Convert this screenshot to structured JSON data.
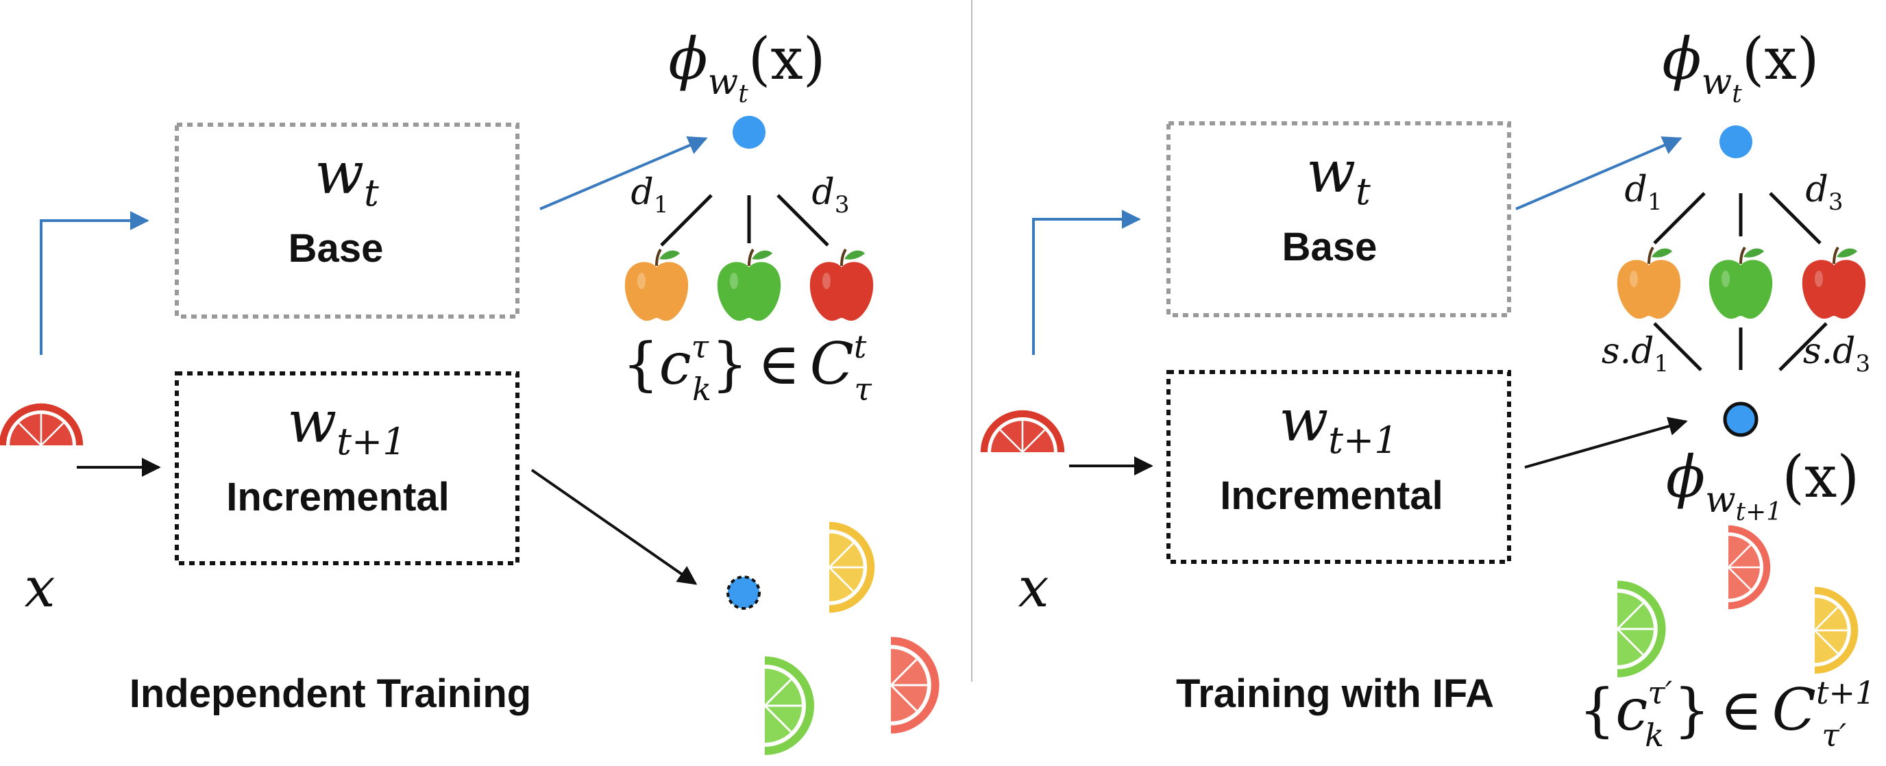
{
  "panels": [
    {
      "title": "Independent Training",
      "base_label": "Base",
      "base_var": "w",
      "base_var_sub": "t",
      "inc_label": "Incremental",
      "inc_var": "w",
      "inc_var_sub": "t+1",
      "input_var": "x",
      "phi_top": {
        "phi": "ϕ",
        "sub_w": "w",
        "sub_t": "t",
        "arg": "(x)"
      },
      "d_left": {
        "d": "d",
        "i": "1"
      },
      "d_right": {
        "d": "d",
        "i": "3"
      },
      "set_label": {
        "open": "{",
        "c": "c",
        "sup": "τ",
        "sub": "k",
        "close": "}",
        "in": "∈",
        "C": "C",
        "C_sup": "t",
        "C_sub": "τ"
      }
    },
    {
      "title": "Training with IFA",
      "base_label": "Base",
      "base_var": "w",
      "base_var_sub": "t",
      "inc_label": "Incremental",
      "inc_var": "w",
      "inc_var_sub": "t+1",
      "input_var": "x",
      "phi_top": {
        "phi": "ϕ",
        "sub_w": "w",
        "sub_t": "t",
        "arg": "(x)"
      },
      "phi_bottom": {
        "phi": "ϕ",
        "sub_w": "w",
        "sub_t": "t+1",
        "arg": "(x)"
      },
      "d_left": {
        "d": "d",
        "i": "1"
      },
      "d_right": {
        "d": "d",
        "i": "3"
      },
      "sd_left": {
        "s": "s.",
        "d": "d",
        "i": "1"
      },
      "sd_right": {
        "s": "s.",
        "d": "d",
        "i": "3"
      },
      "set_label": {
        "open": "{",
        "c": "c",
        "sup": "τ′",
        "sub": "k",
        "close": "}",
        "in": "∈",
        "C": "C",
        "C_sup": "t+1",
        "C_sub": "τ′"
      }
    }
  ],
  "colors": {
    "arrow_blue": "#3a7bbf",
    "point_blue": "#3b9bf0",
    "apple_orange": "#f0a040",
    "apple_green": "#55b83a",
    "apple_red": "#d93a2b",
    "citrus_red": "#ef6a5a",
    "citrus_yellow": "#f2c23d",
    "citrus_green": "#7fd04a"
  },
  "icons": [
    "apple-icon",
    "citrus-slice-icon",
    "arrow-icon"
  ]
}
